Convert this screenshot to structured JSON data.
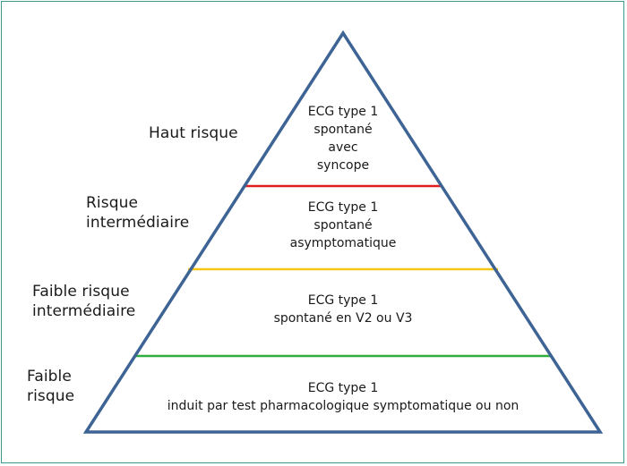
{
  "levels": [
    {
      "label": [
        "Haut risque"
      ],
      "text": [
        "ECG type 1",
        "spontané",
        "avec",
        "syncope"
      ],
      "line_color": "#e02020"
    },
    {
      "label": [
        "Risque",
        "intermédiaire"
      ],
      "text": [
        "ECG type 1",
        "spontané",
        "asymptomatique"
      ],
      "line_color": "#f5c518"
    },
    {
      "label": [
        "Faible risque",
        "intermédiaire"
      ],
      "text": [
        "ECG type 1",
        "spontané en V2 ou V3"
      ],
      "line_color": "#2fae3f"
    },
    {
      "label": [
        "Faible",
        "risque"
      ],
      "text": [
        "ECG type 1",
        "induit par test pharmacologique symptomatique ou non"
      ]
    }
  ],
  "colors": {
    "pyramid_outline": "#3d6494",
    "frame_border": "#3a9a8e"
  }
}
